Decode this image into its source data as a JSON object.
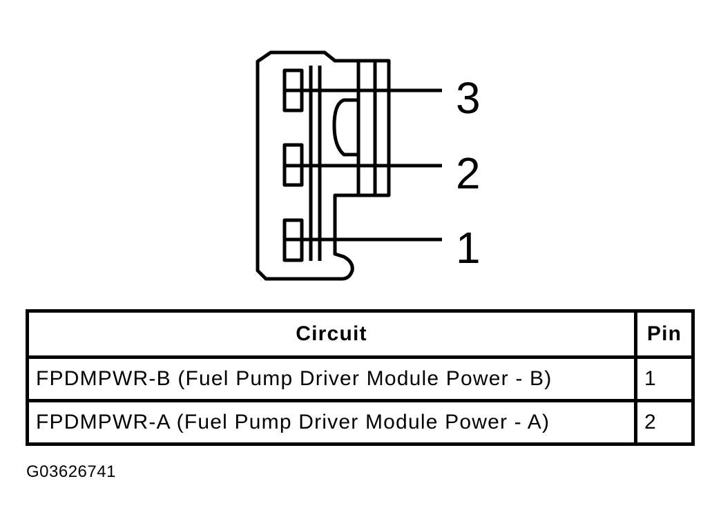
{
  "diagram": {
    "pin_labels": [
      "3",
      "2",
      "1"
    ]
  },
  "table": {
    "headers": {
      "circuit": "Circuit",
      "pin": "Pin"
    },
    "rows": [
      {
        "circuit": "FPDMPWR-B (Fuel Pump Driver Module Power - B)",
        "pin": "1"
      },
      {
        "circuit": "FPDMPWR-A (Fuel Pump Driver Module Power - A)",
        "pin": "2"
      }
    ]
  },
  "figure_id": "G03626741"
}
